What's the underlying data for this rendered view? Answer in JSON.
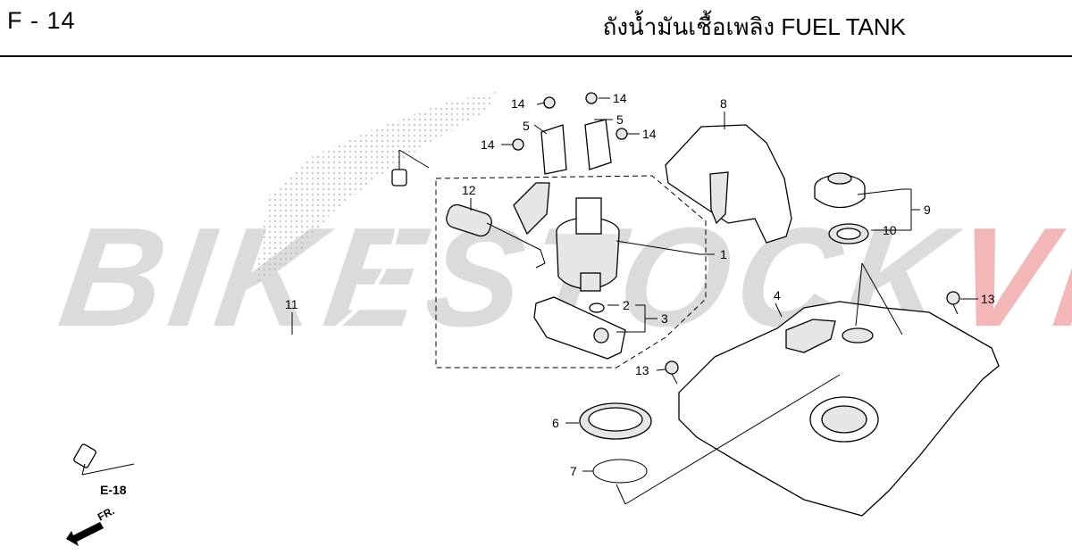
{
  "header": {
    "page_code": "F - 14",
    "title": "ถังน้ำมันเชื้อเพลิง  FUEL TANK"
  },
  "watermark": {
    "text_main": "BIKESTOCK",
    "text_accent": "VN"
  },
  "diagram": {
    "callouts": {
      "c1": "1",
      "c2": "2",
      "c3": "3",
      "c4": "4",
      "c5a": "5",
      "c5b": "5",
      "c6": "6",
      "c7": "7",
      "c8": "8",
      "c9": "9",
      "c10": "10",
      "c11": "11",
      "c12": "12",
      "c13a": "13",
      "c13b": "13",
      "c14a": "14",
      "c14b": "14",
      "c14c": "14",
      "c14d": "14"
    },
    "reference_label": "E-18",
    "direction_label": "FR."
  },
  "colors": {
    "watermark_grey": "#cfcfcf",
    "watermark_accent": "#f0a0a0"
  }
}
